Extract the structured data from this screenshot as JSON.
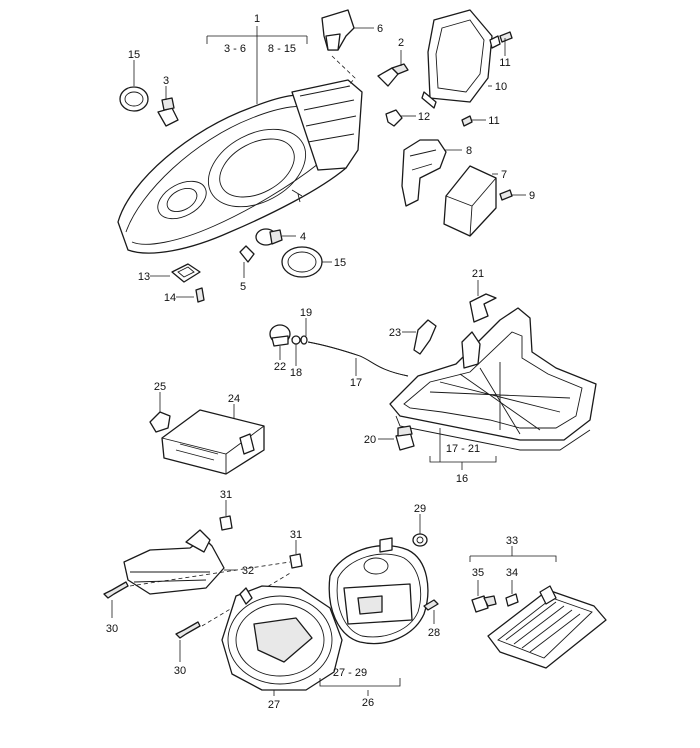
{
  "callouts": {
    "c1": "1",
    "c1_range_a": "3 - 6",
    "c1_range_b": "8 - 15",
    "c2": "2",
    "c3": "3",
    "c4": "4",
    "c5": "5",
    "c6": "6",
    "c7": "7",
    "c8": "8",
    "c9": "9",
    "c10": "10",
    "c11a": "11",
    "c11b": "11",
    "c12": "12",
    "c13": "13",
    "c14": "14",
    "c15a": "15",
    "c15b": "15",
    "c16": "16",
    "c16_range": "17 - 21",
    "c17": "17",
    "c18": "18",
    "c19": "19",
    "c20": "20",
    "c21": "21",
    "c22": "22",
    "c23": "23",
    "c24": "24",
    "c25": "25",
    "c26": "26",
    "c26_range": "27 - 29",
    "c27": "27",
    "c28": "28",
    "c29": "29",
    "c30a": "30",
    "c30b": "30",
    "c31a": "31",
    "c31b": "31",
    "c32": "32",
    "c33": "33",
    "c34": "34",
    "c35": "35"
  }
}
